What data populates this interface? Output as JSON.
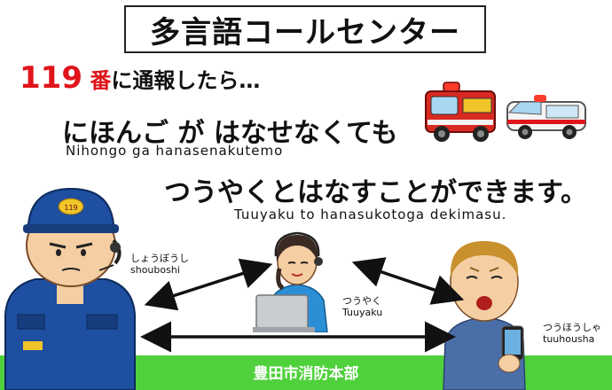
{
  "title": "多言語コールセンター",
  "line1": {
    "number": "119",
    "ban": "番",
    "rest": "に通報したら…"
  },
  "line2": {
    "text": "にほんご が はなせなくても",
    "romaji": "Nihongo ga hanasenakutemo"
  },
  "line3": {
    "text": "つうやくとはなすことができます。",
    "romaji": "Tuuyaku to hanasukotoga dekimasu."
  },
  "labels": {
    "shouboshi_kana": "しょうぼうし",
    "shouboshi_romaji": "shouboshi",
    "tsuuyaku_kana": "つうやく",
    "tsuuyaku_romaji": "Tuuyaku",
    "tsuuhousha_kana": "つうほうしゃ",
    "tsuuhousha_romaji": "tuuhousha"
  },
  "cap_text": "119",
  "footer": "豊田市消防本部",
  "colors": {
    "accent_red": "#e0141b",
    "green_bar": "#4fd13b",
    "uniform_blue": "#1e4fa0"
  },
  "icons": [
    "fire-truck-icon",
    "ambulance-icon",
    "firefighter-illustration",
    "operator-illustration",
    "caller-illustration"
  ]
}
